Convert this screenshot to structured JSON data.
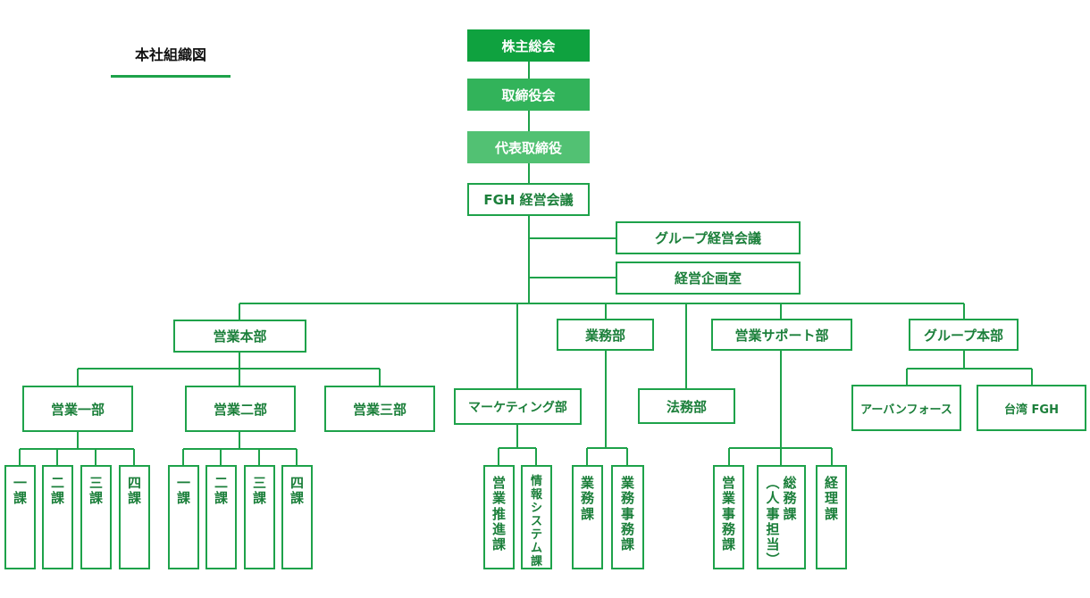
{
  "title": "本社組織図",
  "nodes": {
    "shareholders": "株主総会",
    "board": "取締役会",
    "president": "代表取締役",
    "fgh_meeting": "FGH 経営会議",
    "group_meeting": "グループ経営会議",
    "planning": "経営企画室",
    "sales_hq": "営業本部",
    "sales1": "営業一部",
    "sales2": "営業二部",
    "sales3": "営業三部",
    "marketing": "マーケティング部",
    "business": "業務部",
    "legal": "法務部",
    "sales_support": "営業サポート部",
    "group_hq": "グループ本部",
    "urban_force": "アーバンフォース",
    "taiwan_fgh": "台湾 FGH",
    "s1_ka1": "一課",
    "s1_ka2": "二課",
    "s1_ka3": "三課",
    "s1_ka4": "四課",
    "s2_ka1": "一課",
    "s2_ka2": "二課",
    "s2_ka3": "三課",
    "s2_ka4": "四課",
    "sales_promo": "営業推進課",
    "info_system": "情報システム課",
    "business_ka": "業務課",
    "business_admin": "業務事務課",
    "sales_admin": "営業事務課",
    "general_affairs": "総務課",
    "general_affairs_note": "（人事担当）",
    "accounting": "経理課"
  }
}
